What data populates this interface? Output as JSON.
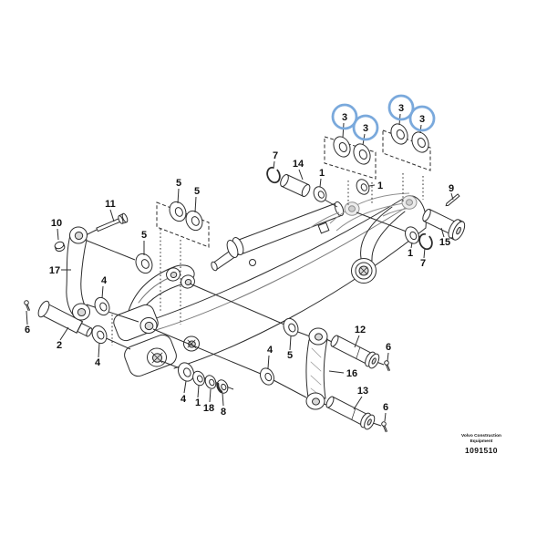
{
  "document": {
    "type": "exploded-parts-diagram",
    "branding": {
      "line1": "Volvo Construction",
      "line2": "Equipment",
      "figure_number": "1091510"
    }
  },
  "colors": {
    "highlight_circle": "#7aa9dc",
    "line": "#2d2d2d",
    "phantom": "#8f8f8f"
  },
  "callouts": [
    {
      "part_no": "3",
      "label": "3",
      "highlighted": true
    },
    {
      "part_no": "3",
      "label": "3",
      "highlighted": true
    },
    {
      "part_no": "3",
      "label": "3",
      "highlighted": true
    },
    {
      "part_no": "3",
      "label": "3",
      "highlighted": true
    },
    {
      "part_no": "7",
      "label": "7",
      "highlighted": false
    },
    {
      "part_no": "14",
      "label": "14",
      "highlighted": false
    },
    {
      "part_no": "1",
      "label": "1",
      "highlighted": false
    },
    {
      "part_no": "1",
      "label": "1",
      "highlighted": false
    },
    {
      "part_no": "9",
      "label": "9",
      "highlighted": false
    },
    {
      "part_no": "5",
      "label": "5",
      "highlighted": false
    },
    {
      "part_no": "5",
      "label": "5",
      "highlighted": false
    },
    {
      "part_no": "11",
      "label": "11",
      "highlighted": false
    },
    {
      "part_no": "10",
      "label": "10",
      "highlighted": false
    },
    {
      "part_no": "5",
      "label": "5",
      "highlighted": false
    },
    {
      "part_no": "17",
      "label": "17",
      "highlighted": false
    },
    {
      "part_no": "4",
      "label": "4",
      "highlighted": false
    },
    {
      "part_no": "6",
      "label": "6",
      "highlighted": false
    },
    {
      "part_no": "2",
      "label": "2",
      "highlighted": false
    },
    {
      "part_no": "4",
      "label": "4",
      "highlighted": false
    },
    {
      "part_no": "15",
      "label": "15",
      "highlighted": false
    },
    {
      "part_no": "1",
      "label": "1",
      "highlighted": false
    },
    {
      "part_no": "7",
      "label": "7",
      "highlighted": false
    },
    {
      "part_no": "12",
      "label": "12",
      "highlighted": false
    },
    {
      "part_no": "6",
      "label": "6",
      "highlighted": false
    },
    {
      "part_no": "4",
      "label": "4",
      "highlighted": false
    },
    {
      "part_no": "5",
      "label": "5",
      "highlighted": false
    },
    {
      "part_no": "16",
      "label": "16",
      "highlighted": false
    },
    {
      "part_no": "13",
      "label": "13",
      "highlighted": false
    },
    {
      "part_no": "6",
      "label": "6",
      "highlighted": false
    },
    {
      "part_no": "4",
      "label": "4",
      "highlighted": false
    },
    {
      "part_no": "1",
      "label": "1",
      "highlighted": false
    },
    {
      "part_no": "18",
      "label": "18",
      "highlighted": false
    },
    {
      "part_no": "8",
      "label": "8",
      "highlighted": false
    }
  ]
}
